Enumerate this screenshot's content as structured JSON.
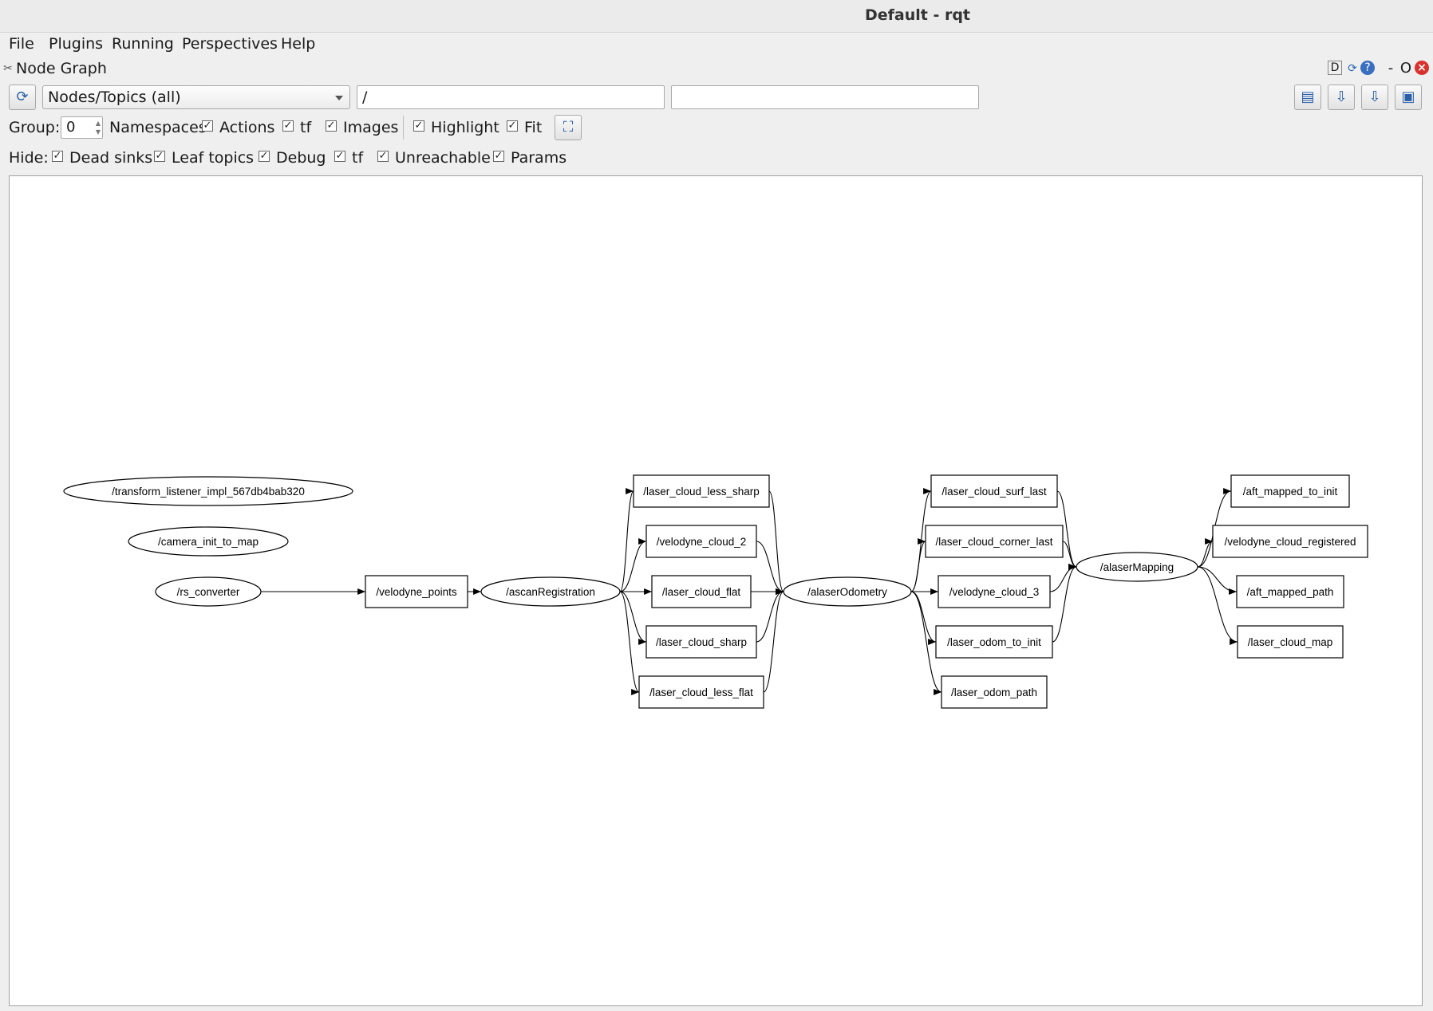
{
  "window": {
    "title": "Default - rqt"
  },
  "menubar": {
    "items": [
      {
        "label": "File"
      },
      {
        "label": "Plugins"
      },
      {
        "label": "Running"
      },
      {
        "label": "Perspectives"
      },
      {
        "label": "Help"
      }
    ]
  },
  "plugin": {
    "title": "Node Graph",
    "header_buttons": [
      "D",
      "refresh-icon",
      "help-icon",
      "-",
      "O",
      "close-icon"
    ]
  },
  "toolbar": {
    "graph_type": "Nodes/Topics (all)",
    "namespace_filter": "/",
    "topic_filter": ""
  },
  "options": {
    "group_label": "Group:",
    "group_value": "0",
    "checks": [
      {
        "label": "Namespaces",
        "checked": null
      },
      {
        "label": "Actions",
        "checked": true
      },
      {
        "label": "tf",
        "checked": true
      },
      {
        "label": "Images",
        "checked": true
      },
      {
        "label": "Highlight",
        "checked": true
      },
      {
        "label": "Fit",
        "checked": true
      }
    ]
  },
  "hide": {
    "label": "Hide:",
    "checks": [
      {
        "label": "Dead sinks",
        "checked": true
      },
      {
        "label": "Leaf topics",
        "checked": true
      },
      {
        "label": "Debug",
        "checked": true
      },
      {
        "label": "tf",
        "checked": true
      },
      {
        "label": "Unreachable",
        "checked": true
      },
      {
        "label": "Params",
        "checked": true
      }
    ]
  },
  "graph": {
    "nodes": [
      {
        "id": "tl",
        "label": "/transform_listener_impl_567db4bab320",
        "kind": "node"
      },
      {
        "id": "cim",
        "label": "/camera_init_to_map",
        "kind": "node"
      },
      {
        "id": "rsc",
        "label": "/rs_converter",
        "kind": "node"
      },
      {
        "id": "vp",
        "label": "/velodyne_points",
        "kind": "topic"
      },
      {
        "id": "asr",
        "label": "/ascanRegistration",
        "kind": "node"
      },
      {
        "id": "lcls",
        "label": "/laser_cloud_less_sharp",
        "kind": "topic"
      },
      {
        "id": "vc2",
        "label": "/velodyne_cloud_2",
        "kind": "topic"
      },
      {
        "id": "lcf",
        "label": "/laser_cloud_flat",
        "kind": "topic"
      },
      {
        "id": "lcs",
        "label": "/laser_cloud_sharp",
        "kind": "topic"
      },
      {
        "id": "lclf",
        "label": "/laser_cloud_less_flat",
        "kind": "topic"
      },
      {
        "id": "alo",
        "label": "/alaserOdometry",
        "kind": "node"
      },
      {
        "id": "lcsl",
        "label": "/laser_cloud_surf_last",
        "kind": "topic"
      },
      {
        "id": "lccl",
        "label": "/laser_cloud_corner_last",
        "kind": "topic"
      },
      {
        "id": "vc3",
        "label": "/velodyne_cloud_3",
        "kind": "topic"
      },
      {
        "id": "loti",
        "label": "/laser_odom_to_init",
        "kind": "topic"
      },
      {
        "id": "lop",
        "label": "/laser_odom_path",
        "kind": "topic"
      },
      {
        "id": "alm",
        "label": "/alaserMapping",
        "kind": "node"
      },
      {
        "id": "amti",
        "label": "/aft_mapped_to_init",
        "kind": "topic"
      },
      {
        "id": "vcr",
        "label": "/velodyne_cloud_registered",
        "kind": "topic"
      },
      {
        "id": "amp",
        "label": "/aft_mapped_path",
        "kind": "topic"
      },
      {
        "id": "lcm",
        "label": "/laser_cloud_map",
        "kind": "topic"
      }
    ],
    "edges": [
      [
        "rsc",
        "vp"
      ],
      [
        "vp",
        "asr"
      ],
      [
        "asr",
        "lcls"
      ],
      [
        "asr",
        "vc2"
      ],
      [
        "asr",
        "lcf"
      ],
      [
        "asr",
        "lcs"
      ],
      [
        "asr",
        "lclf"
      ],
      [
        "lcls",
        "alo"
      ],
      [
        "vc2",
        "alo"
      ],
      [
        "lcf",
        "alo"
      ],
      [
        "lcs",
        "alo"
      ],
      [
        "lclf",
        "alo"
      ],
      [
        "alo",
        "lcsl"
      ],
      [
        "alo",
        "lccl"
      ],
      [
        "alo",
        "vc3"
      ],
      [
        "alo",
        "loti"
      ],
      [
        "alo",
        "lop"
      ],
      [
        "lcsl",
        "alm"
      ],
      [
        "lccl",
        "alm"
      ],
      [
        "vc3",
        "alm"
      ],
      [
        "loti",
        "alm"
      ],
      [
        "alm",
        "amti"
      ],
      [
        "alm",
        "vcr"
      ],
      [
        "alm",
        "amp"
      ],
      [
        "alm",
        "lcm"
      ]
    ]
  }
}
